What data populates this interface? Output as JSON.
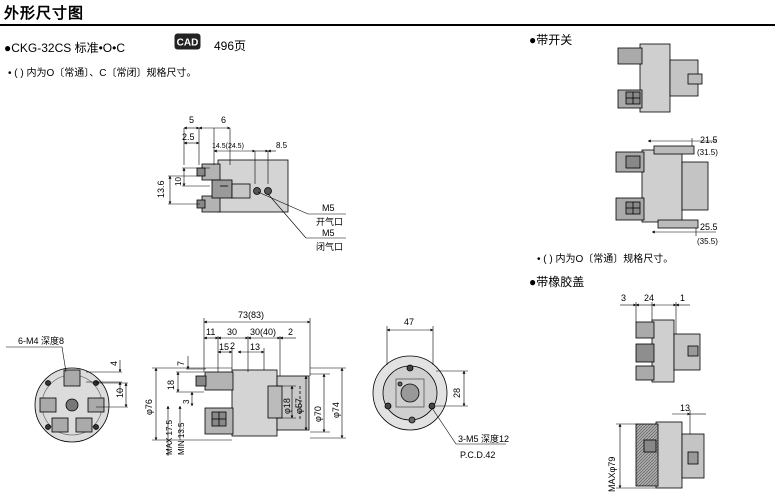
{
  "section_title": "外形尺寸图",
  "model_header": "●CKG-32CS 标准•O•C",
  "cad_label": "CAD",
  "cad_page": "496页",
  "note_main": "• (  ) 内为O〔常通〕、C〔常闭〕规格尺寸。",
  "switch_header": "●带开关",
  "switch_note": "• (  ) 内为O〔常通〕规格尺寸。",
  "rubber_header": "●带橡胶盖",
  "dims_top": {
    "d5": "5",
    "d6": "6",
    "d25": "2.5",
    "d145": "14.5(24.5)",
    "d85": "8.5",
    "d10": "10",
    "d136": "13.6",
    "m5a": "M5",
    "open_port": "开气口",
    "m5b": "M5",
    "close_port": "闭气口"
  },
  "dims_front": {
    "holes": "6-M4 深度8",
    "d4": "4",
    "d10": "10"
  },
  "dims_side": {
    "d7383": "73(83)",
    "d11": "11",
    "d30": "30",
    "d3040": "30(40)",
    "d2": "2",
    "d15": "15",
    "d2b": "2",
    "d13": "13",
    "d7": "7",
    "d18": "18",
    "d3": "3",
    "d76": "φ76",
    "d18b": "φ18",
    "d57": "φ57",
    "d70": "φ70",
    "d74": "φ74",
    "max175": "MAX 17.5",
    "min135": "MIN 13.5"
  },
  "dims_back": {
    "d47": "47",
    "d28": "28",
    "holes": "3-M5 深度12",
    "pcd": "P.C.D.42"
  },
  "dims_switch": {
    "d215": "21.5",
    "d315": "(31.5)",
    "d255": "25.5",
    "d355": "(35.5)"
  },
  "dims_rubber": {
    "d3": "3",
    "d24": "24",
    "d1": "1",
    "d13": "13",
    "max79": "MAXφ79"
  }
}
